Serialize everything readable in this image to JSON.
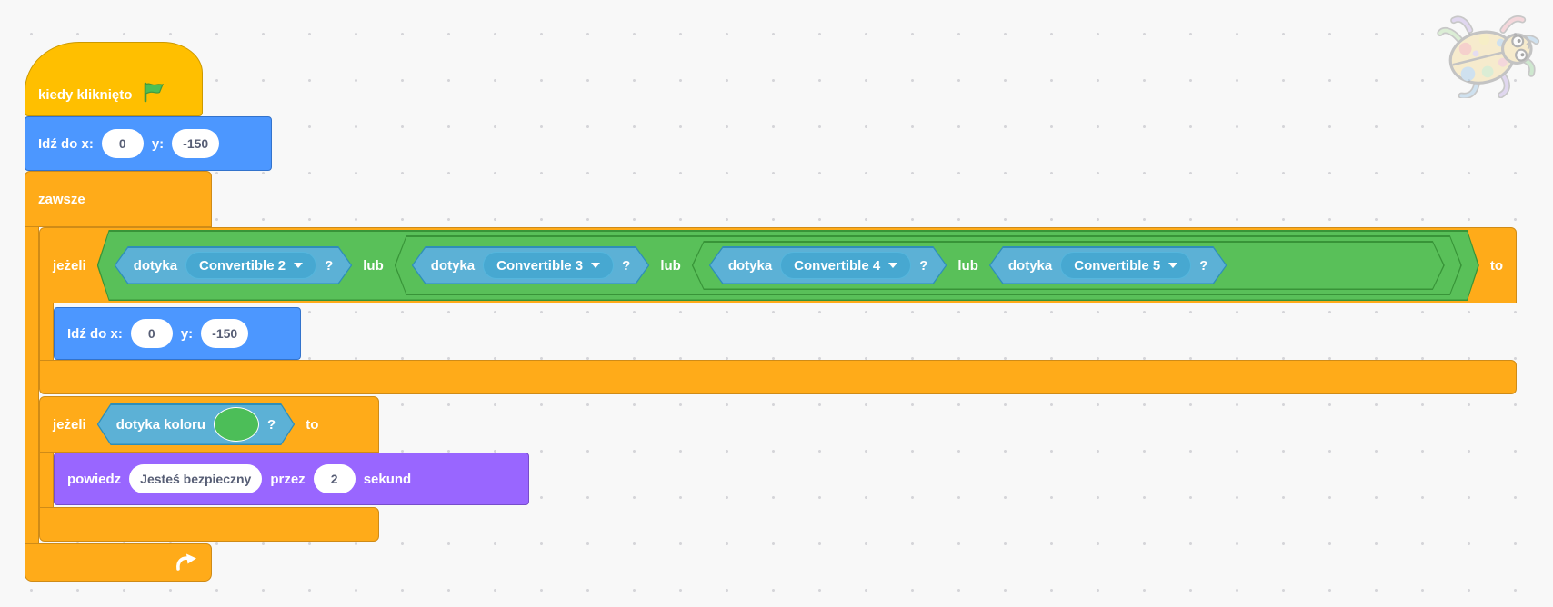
{
  "workspace": {
    "background_color": "#F8F8F8",
    "dot_grid_color": "#D5D5D9"
  },
  "palette": {
    "events": "#FFBF00",
    "control": "#FFAB19",
    "motion": "#4C97FF",
    "looks": "#9966FF",
    "sensing": "#5CB1D6",
    "sensing_dropdown": "#47A8D1",
    "operators": "#59C059",
    "touch_color_swatch": "#4CBE58"
  },
  "blocks": {
    "when_flag_clicked": {
      "label": "kiedy kliknięto",
      "icon": "green-flag-icon"
    },
    "goto_top": {
      "label_go": "Idź do x:",
      "x_value": "0",
      "label_y": "y:",
      "y_value": "-150"
    },
    "forever": {
      "label": "zawsze",
      "icon": "loop-arrow-icon"
    },
    "if_touching_sprites": {
      "label_if": "jeżeli",
      "label_then": "to",
      "operator_label": "lub",
      "sensing_label": "dotyka",
      "question_mark": "?",
      "dropdowns": [
        "Convertible 2",
        "Convertible 3",
        "Convertible 4",
        "Convertible 5"
      ]
    },
    "goto_inner": {
      "label_go": "Idź do x:",
      "x_value": "0",
      "label_y": "y:",
      "y_value": "-150"
    },
    "if_touching_color": {
      "label_if": "jeżeli",
      "label_then": "to",
      "sensing_label": "dotyka koloru",
      "question_mark": "?",
      "swatch_color": "#4CBE58"
    },
    "say": {
      "label_say": "powiedz",
      "message": "Jesteś bezpieczny",
      "label_for": "przez",
      "duration": "2",
      "label_seconds": "sekund"
    }
  },
  "sprite_watermark": {
    "name": "ladybug"
  }
}
